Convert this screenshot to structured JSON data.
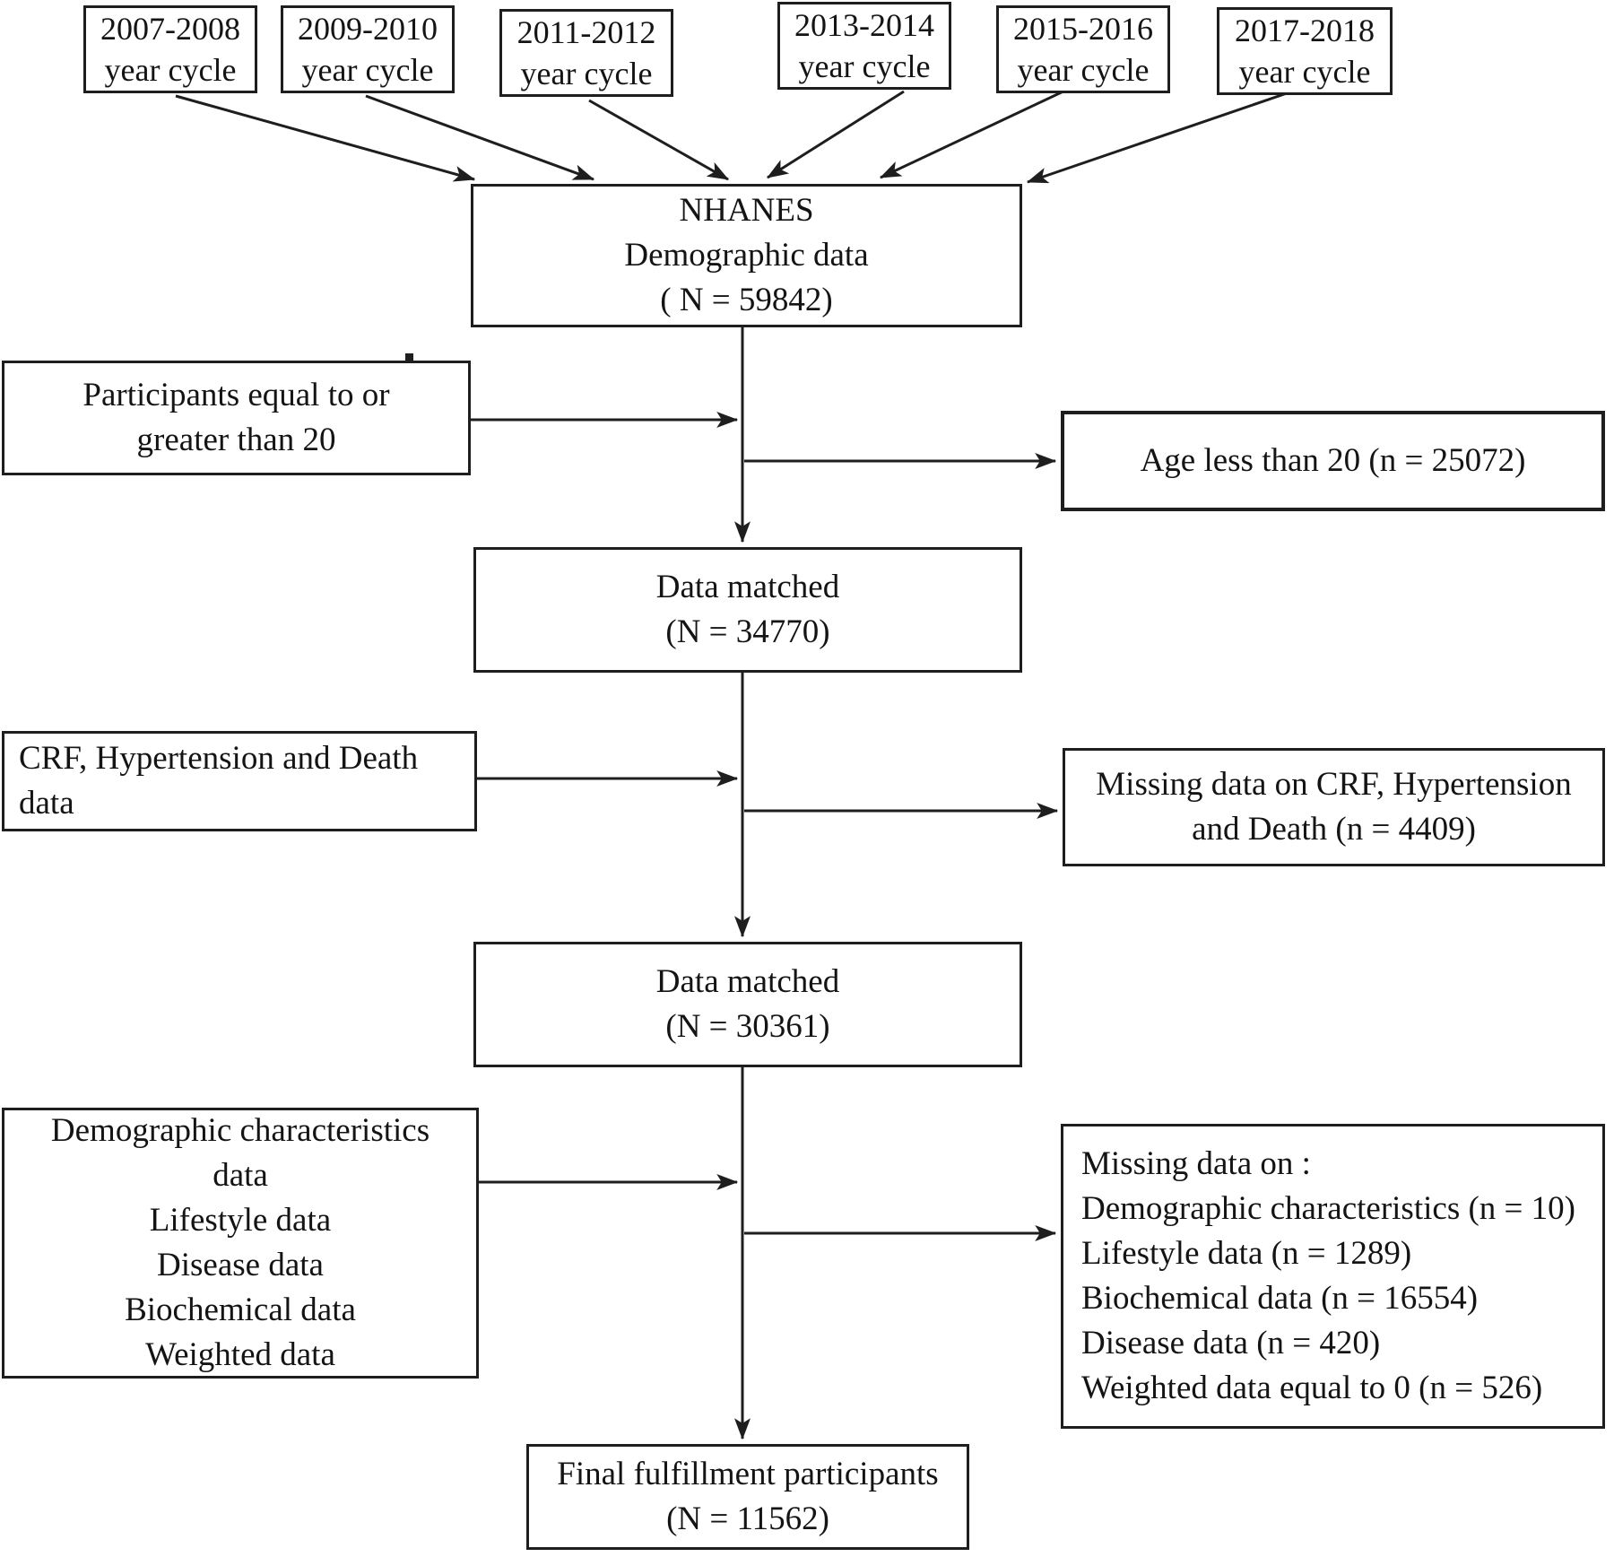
{
  "figure": {
    "background": "#ffffff",
    "line_color": "#1e1e1e"
  },
  "cycles": [
    [
      "2007-2008",
      "year cycle"
    ],
    [
      "2009-2010",
      "year cycle"
    ],
    [
      "2011-2012",
      "year cycle"
    ],
    [
      "2013-2014",
      "year cycle"
    ],
    [
      "2015-2016",
      "year cycle"
    ],
    [
      "2017-2018",
      "year cycle"
    ]
  ],
  "nodes": {
    "nhanes": [
      "NHANES",
      "Demographic data",
      "( N = 59842)"
    ],
    "inclusion_age": [
      "Participants equal to or",
      "greater than 20"
    ],
    "excluded_age": [
      "Age less than 20 (n = 25072)"
    ],
    "data_matched_1": [
      "Data matched",
      "(N = 34770)"
    ],
    "crf_data": [
      "CRF, Hypertension and Death",
      "data"
    ],
    "excluded_crf": [
      "Missing data on CRF, Hypertension",
      "and Death (n = 4409)"
    ],
    "data_matched_2": [
      "Data matched",
      "(N = 30361)"
    ],
    "covariate_data": [
      "Demographic characteristics",
      "data",
      "Lifestyle data",
      "Disease data",
      "Biochemical data",
      "Weighted data"
    ],
    "excluded_covariates": [
      "Missing data on :",
      "Demographic characteristics (n = 10)",
      "Lifestyle data (n = 1289)",
      "Biochemical data (n = 16554)",
      "Disease data (n = 420)",
      "Weighted data equal to 0 (n = 526)"
    ],
    "final": [
      "Final fulfillment participants",
      "(N = 11562)"
    ]
  }
}
